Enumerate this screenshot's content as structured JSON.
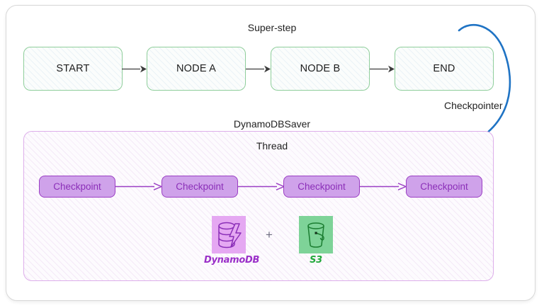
{
  "diagram": {
    "title_super_step": "Super-step",
    "title_saver": "DynamoDBSaver",
    "title_thread": "Thread",
    "label_checkpointer": "Checkpointer",
    "plus": "+"
  },
  "graph": {
    "nodes": [
      {
        "label": "START"
      },
      {
        "label": "NODE A"
      },
      {
        "label": "NODE B"
      },
      {
        "label": "END"
      }
    ],
    "edge_count": 3
  },
  "thread": {
    "checkpoints": [
      {
        "label": "Checkpoint"
      },
      {
        "label": "Checkpoint"
      },
      {
        "label": "Checkpoint"
      },
      {
        "label": "Checkpoint"
      }
    ],
    "edge_count": 3
  },
  "services": [
    {
      "icon": "dynamodb-icon",
      "caption": "DynamoDB"
    },
    {
      "icon": "s3-bucket-icon",
      "caption": "S3"
    }
  ],
  "colors": {
    "node_border": "#8fce9b",
    "node_fill": "#fbfdfc",
    "checkpoint_border": "#9b3fc4",
    "checkpoint_fill": "#cfa2ea",
    "checkpoint_text": "#8b2fb8",
    "saver_border": "#ddaeea",
    "arrow_gray": "#3c3c3c",
    "arrow_purple": "#9b3fc4",
    "arrow_blue": "#1f73c4",
    "dynamodb_purple": "#9a2fc8",
    "s3_green": "#21a83a",
    "frame_border": "#d8d8d8"
  }
}
